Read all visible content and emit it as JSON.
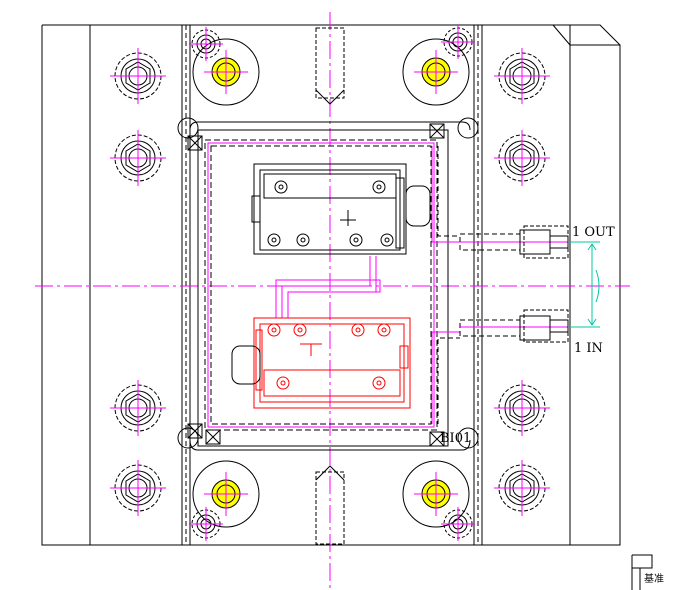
{
  "labels": {
    "out": "1  OUT",
    "in": "1  IN",
    "part_no": "BI01",
    "datum": "基准"
  },
  "colors": {
    "outline": "#000000",
    "centerline": "#ff00ff",
    "dim": "#00c8a0",
    "hot_part": "#ff0000",
    "bolt_fill": "#ffff00",
    "tube": "#000000"
  }
}
